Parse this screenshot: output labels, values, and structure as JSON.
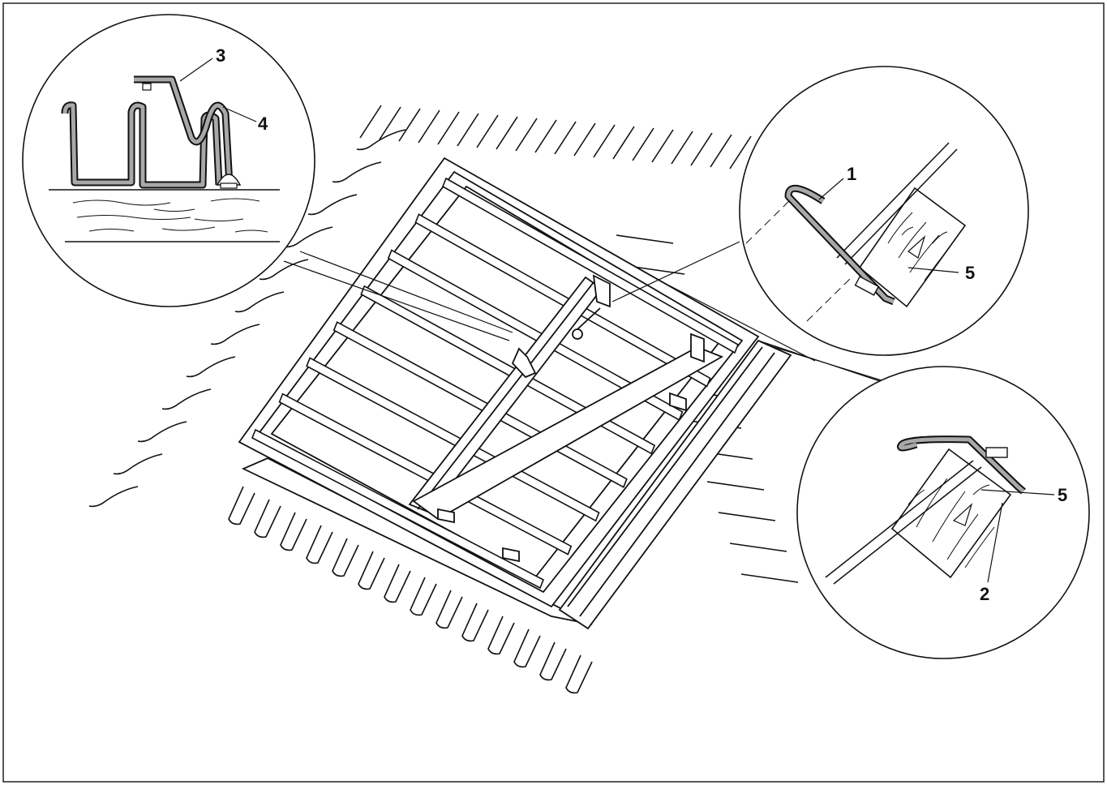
{
  "figure": {
    "callouts": {
      "c1": "1",
      "c2": "2",
      "c3": "3",
      "c4": "4",
      "c5a": "5",
      "c5b": "5"
    }
  },
  "colors": {
    "ink": "#111111",
    "metal": "#a8a8a8",
    "wood": "#ffffff",
    "background": "#ffffff"
  }
}
